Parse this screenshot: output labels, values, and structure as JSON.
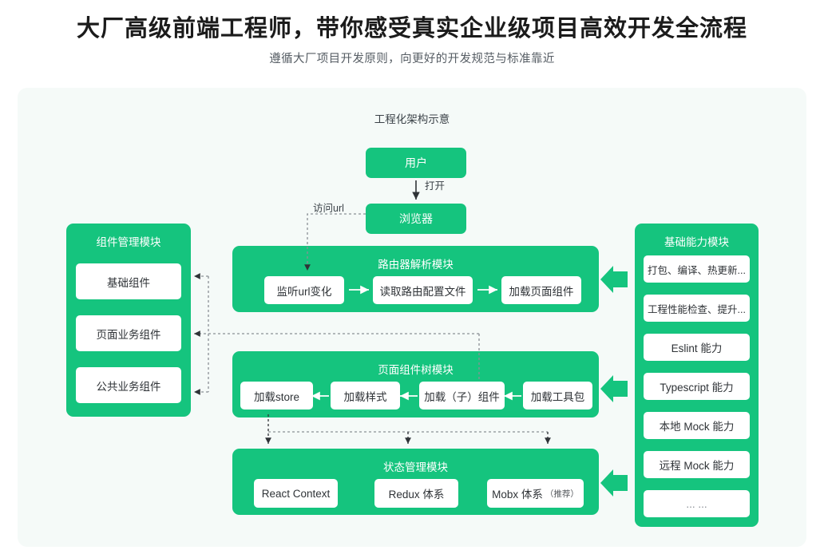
{
  "header": {
    "title": "大厂高级前端工程师，带你感受真实企业级项目高效开发全流程",
    "subtitle": "遵循大厂项目开发原则，向更好的开发规范与标准靠近"
  },
  "diagram": {
    "heading": "工程化架构示意",
    "accent_color": "#15c47e",
    "canvas_color": "#f5faf8",
    "entry_flow": {
      "user_box": "用户",
      "open_label": "打开",
      "browser_box": "浏览器",
      "visit_url_label": "访问url"
    },
    "left_module": {
      "title": "组件管理模块",
      "items": [
        {
          "label": "基础组件"
        },
        {
          "label": "页面业务组件"
        },
        {
          "label": "公共业务组件"
        }
      ]
    },
    "right_module": {
      "title": "基础能力模块",
      "items": [
        {
          "label": "打包、编译、热更新..."
        },
        {
          "label": "工程性能检查、提升..."
        },
        {
          "label": "Eslint 能力"
        },
        {
          "label": "Typescript 能力"
        },
        {
          "label": "本地 Mock 能力"
        },
        {
          "label": "远程 Mock 能力"
        },
        {
          "label": "... ..."
        }
      ]
    },
    "router_module": {
      "title": "路由器解析模块",
      "steps": [
        {
          "label": "监听url变化"
        },
        {
          "label": "读取路由配置文件"
        },
        {
          "label": "加载页面组件"
        }
      ]
    },
    "tree_module": {
      "title": "页面组件树模块",
      "steps": [
        {
          "label": "加载store"
        },
        {
          "label": "加载样式"
        },
        {
          "label": "加载（子）组件"
        },
        {
          "label": "加载工具包"
        }
      ]
    },
    "state_module": {
      "title": "状态管理模块",
      "items": [
        {
          "label": "React Context",
          "note": ""
        },
        {
          "label": "Redux 体系",
          "note": ""
        },
        {
          "label": "Mobx 体系",
          "note": "（推荐）"
        }
      ]
    }
  }
}
